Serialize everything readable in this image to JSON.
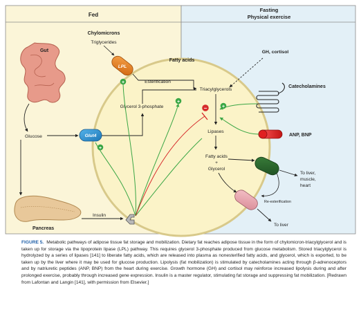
{
  "panels": {
    "fed": "Fed",
    "fasting_line1": "Fasting",
    "fasting_line2": "Physical exercise"
  },
  "labels": {
    "chylomicrons": "Chylomicrons",
    "triglycerides": "Triglycerides",
    "lpl": "LPL",
    "gut": "Gut",
    "fatty_acids_top": "Fatty acids",
    "esterification": "Esterification",
    "triacylglycerols": "Triacylglycerols",
    "glycerol_3_phosphate": "Glycerol 3-phosphate",
    "lipases": "Lipases",
    "fatty_acids_mid": "Fatty acids",
    "plus_sign": "+",
    "glycerol": "Glycerol",
    "glucose": "Glucose",
    "glut4": "Glut4",
    "insulin": "Insulin",
    "pancreas": "Pancreas",
    "gh_cortisol": "GH, cortisol",
    "catecholamines": "Catecholamines",
    "anp_bnp": "ANP, BNP",
    "to_liver_muscle_heart": [
      "To liver,",
      "muscle,",
      "heart"
    ],
    "re_esterification": "Re-esterification",
    "to_liver": "To liver",
    "plus": "+",
    "minus": "−"
  },
  "colors": {
    "fed_bg": "#fbf5d8",
    "fasting_bg": "#e3f0f7",
    "cell_fill": "#fbf3c8",
    "cell_stroke": "#d8c98a",
    "lpl_orange": "#e87d1e",
    "glut4_blue": "#2b8fd0",
    "activate_green": "#3aa645",
    "inhibit_red": "#d62b2b",
    "pancreas": "#e8c89a",
    "gut": "#e79a8a",
    "caption_blue": "#1f5fa8"
  },
  "caption": {
    "figure_number": "FIGURE 5.",
    "text": "Metabolic pathways of adipose tissue fat storage and mobilization. Dietary fat reaches adipose tissue in the form of chylomicron-triacylglycerol and is taken up for storage via the lipoprotein lipase (LPL) pathway. This requires glycerol 3-phosphate produced from glucose metabolism. Stored triacylglycerol is hydrolyzed by a series of lipases [141] to liberate fatty acids, which are released into plasma as nonesterified fatty acids, and glycerol, which is exported, to be taken up by the liver where it may be used for glucose production. Lipolysis (fat mobilization) is stimulated by catecholamines acting through β-adrenoceptors and by natriuretic peptides (ANP, BNP) from the heart during exercise. Growth hormone (GH) and cortisol may reinforce increased lipolysis during and after prolonged exercise, probably through increased gene expression. Insulin is a master regulator, stimulating fat storage and suppressing fat mobilization. [Redrawn from Lafontan and Langin [141], with permission from Elsevier.]"
  }
}
